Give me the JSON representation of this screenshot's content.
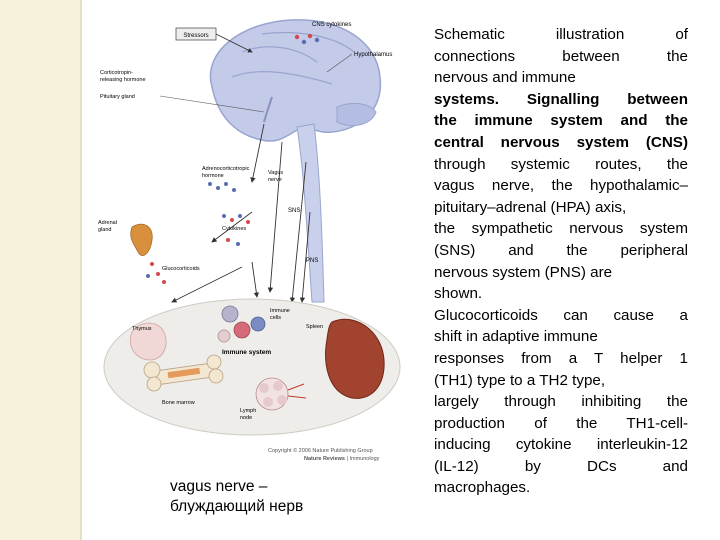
{
  "figure": {
    "labels": {
      "stressors": "Stressors",
      "cns_cytokines": "CNS cytokines",
      "hypothalamus": "Hypothalamus",
      "crh_line1": "Corticotropin-",
      "crh_line2": "releasing hormone",
      "pituitary": "Pituitary gland",
      "acth_line1": "Adrenocorticotropic",
      "acth_line2": "hormone",
      "vagus_line1": "Vagus",
      "vagus_line2": "nerve",
      "adrenal_line1": "Adrenal",
      "adrenal_line2": "gland",
      "sns": "SNS",
      "cytokines": "Cytokines",
      "glucocorticoids": "Glucocorticoids",
      "pns": "PNS",
      "thymus": "Thymus",
      "immune_line1": "Immune",
      "immune_line2": "cells",
      "spleen": "Spleen",
      "immune_system": "Immune system",
      "bone_marrow": "Bone marrow",
      "lymph_line1": "Lymph",
      "lymph_line2": "node",
      "copyright": "Copyright © 2006 Nature Publishing Group",
      "journal_bold": "Nature Reviews",
      "journal_rest": " | Immunology"
    }
  },
  "caption": {
    "line1": "vagus nerve –",
    "line2": "блуждающий нерв"
  },
  "description": {
    "lines": [
      "Schematic illustration of",
      "connections between the",
      "nervous and immune",
      "systems. Signalling between",
      "the immune system and the",
      "central nervous system (CNS)",
      "through systemic routes, the",
      "vagus nerve, the hypothalamic–",
      "pituitary–adrenal (HPA) axis,",
      "the sympathetic nervous system",
      "(SNS) and the peripheral",
      "nervous system (PNS) are",
      "shown.",
      "Glucocorticoids can cause a",
      "shift in adaptive immune",
      "responses from a T helper 1",
      "(TH1) type to a TH2 type,",
      "largely through inhibiting the",
      "production of the TH1-cell-",
      "inducing cytokine interleukin-12",
      "(IL-12) by DCs and",
      "macrophages."
    ]
  },
  "colors": {
    "slide_sidebar": "#f6f2dc",
    "brain": "#c3cbe8",
    "immune_oval": "#efedea",
    "spleen": "#a1432e",
    "adrenal": "#d8903c",
    "molecules_red": "#d24a4a",
    "molecules_blue": "#5a6db0"
  }
}
